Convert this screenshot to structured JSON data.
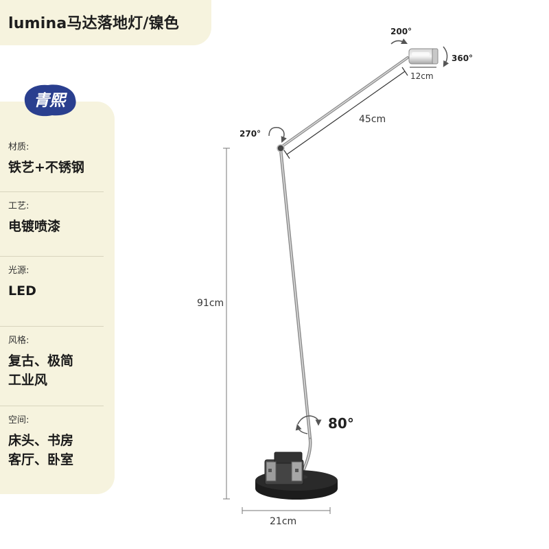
{
  "title": "lumina马达落地灯/镍色",
  "brand": {
    "logo_text": "青熙",
    "colors": {
      "primary": "#2a3f8f"
    }
  },
  "specs": [
    {
      "label": "材质:",
      "value_lines": [
        "铁艺+不锈钢"
      ]
    },
    {
      "label": "工艺:",
      "value_lines": [
        "电镀喷漆"
      ]
    },
    {
      "label": "光源:",
      "value_lines": [
        "LED"
      ]
    },
    {
      "label": "风格:",
      "value_lines": [
        "复古、极简",
        "工业风"
      ]
    },
    {
      "label": "空间:",
      "value_lines": [
        "床头、书房",
        "客厅、卧室"
      ]
    }
  ],
  "dimensions": {
    "height": "91cm",
    "arm_length": "45cm",
    "head_width": "12cm",
    "base_width": "21cm"
  },
  "rotations": {
    "head_tilt": "200°",
    "head_spin": "360°",
    "elbow": "270°",
    "base": "80°"
  },
  "colors": {
    "panel": "#f6f3de",
    "lamp_metal": "#b9b9b9",
    "base": "#1c1c1c"
  }
}
